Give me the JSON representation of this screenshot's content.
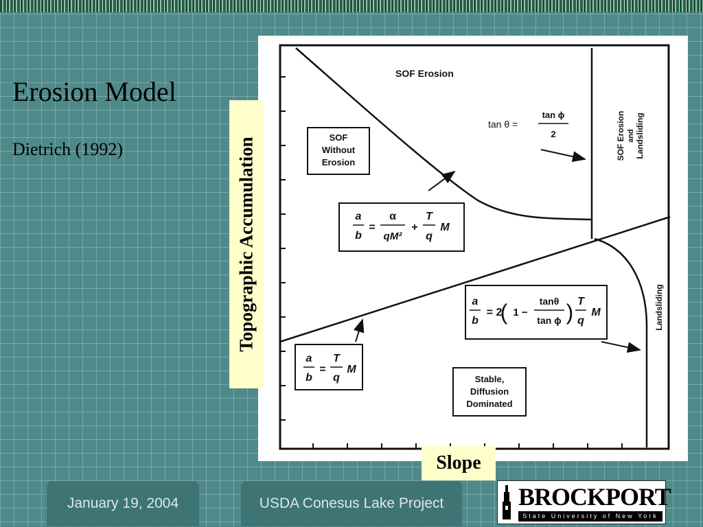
{
  "slide": {
    "title": "Erosion Model",
    "subtitle": "Dietrich (1992)",
    "y_axis_label": "Topographic Accumulation",
    "x_axis_label": "Slope"
  },
  "diagram": {
    "regions": {
      "sof_erosion": "SOF Erosion",
      "sof_without_line1": "SOF",
      "sof_without_line2": "Without",
      "sof_without_line3": "Erosion",
      "sof_landsliding_line1": "SOF Erosion",
      "sof_landsliding_line2": "and",
      "sof_landsliding_line3": "Landsliding",
      "landsliding": "Landsliding",
      "stable_line1": "Stable,",
      "stable_line2": "Diffusion",
      "stable_line3": "Dominated"
    },
    "equations": {
      "tan_left": "tan θ =",
      "tan_num": "tan ϕ",
      "tan_den": "2",
      "eq1_lhs_num": "a",
      "eq1_lhs_den": "b",
      "eq1_eq": "=",
      "eq1_num": "α",
      "eq1_den": "qM²",
      "eq1_plus": "+",
      "eq1_T": "T",
      "eq1_q": "q",
      "eq1_M": "M",
      "eq2_lhs_num": "a",
      "eq2_lhs_den": "b",
      "eq2_eq": "= 2",
      "eq2_one": "1 −",
      "eq2_num": "tanθ",
      "eq2_den": "tan ϕ",
      "eq2_T": "T",
      "eq2_q": "q",
      "eq2_M": "M",
      "eq3_lhs_num": "a",
      "eq3_lhs_den": "b",
      "eq3_eq": "=",
      "eq3_T": "T",
      "eq3_q": "q",
      "eq3_M": "M"
    }
  },
  "footer": {
    "date": "January 19, 2004",
    "project": "USDA Conesus Lake Project"
  },
  "logo": {
    "word": "BROCKPORT",
    "sub": "State University of New York"
  }
}
